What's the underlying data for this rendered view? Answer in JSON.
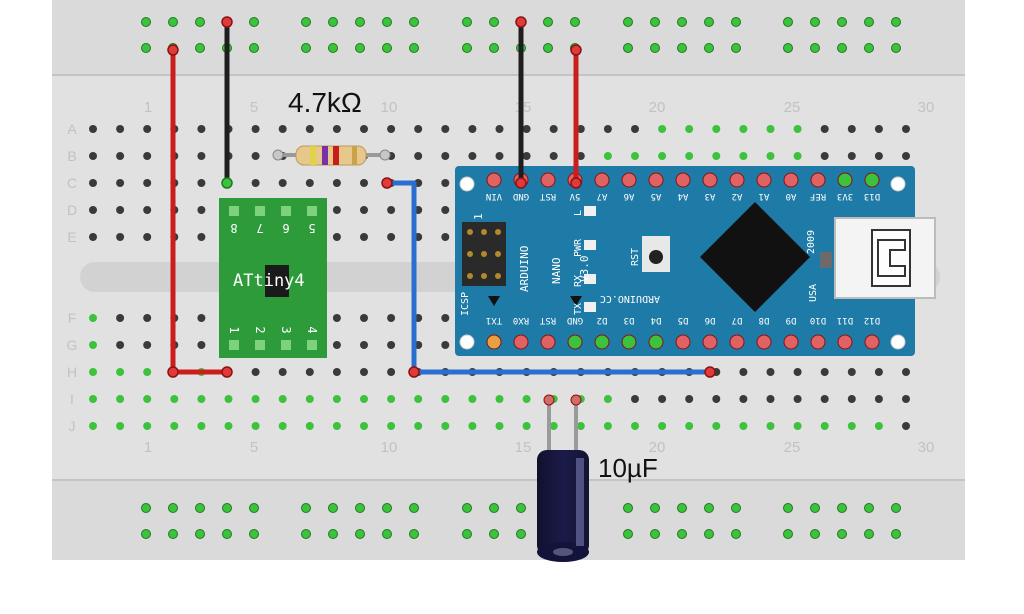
{
  "breadboard": {
    "column_numbers": [
      "1",
      "5",
      "10",
      "15",
      "20",
      "25",
      "30"
    ],
    "row_letters_top": [
      "A",
      "B",
      "C",
      "D",
      "E"
    ],
    "row_letters_bottom": [
      "F",
      "G",
      "H",
      "I",
      "J"
    ]
  },
  "labels": {
    "resistor": "4.7kΩ",
    "capacitor": "10µF"
  },
  "attiny": {
    "name": "ATtiny4",
    "pins_top": [
      "8",
      "7",
      "6",
      "5"
    ],
    "pins_bottom": [
      "1",
      "2",
      "3",
      "4"
    ]
  },
  "nano": {
    "top_pins": [
      "VIN",
      "GND",
      "RST",
      "5V",
      "A7",
      "A6",
      "A5",
      "A4",
      "A3",
      "A2",
      "A1",
      "A0",
      "REF",
      "3V3",
      "D13"
    ],
    "bottom_pins": [
      "TX1",
      "RX0",
      "RST",
      "GND",
      "D2",
      "D3",
      "D4",
      "D5",
      "D6",
      "D7",
      "D8",
      "D9",
      "D10",
      "D11",
      "D12"
    ],
    "text_board": "ARDUINO",
    "text_model": "NANO",
    "text_version": "V3.0",
    "text_site": "ARDUINO.CC",
    "text_year": "2009",
    "text_usb": "USA",
    "text_icsp": "ICSP",
    "text_icsp_num": "1",
    "led_labels": [
      "L",
      "PWR",
      "RX",
      "TX"
    ],
    "text_rst": "RST"
  },
  "colors": {
    "board": "#e3e3e3",
    "rail": "#dcdcdc",
    "hole": "#3a3a3a",
    "hole_green": "#3cc23c",
    "wire_red": "#cc1d1d",
    "wire_black": "#1e1e1e",
    "wire_blue": "#2a6fd0",
    "nano_blue": "#1e7aa6",
    "attiny_green": "#2e9b3b"
  }
}
